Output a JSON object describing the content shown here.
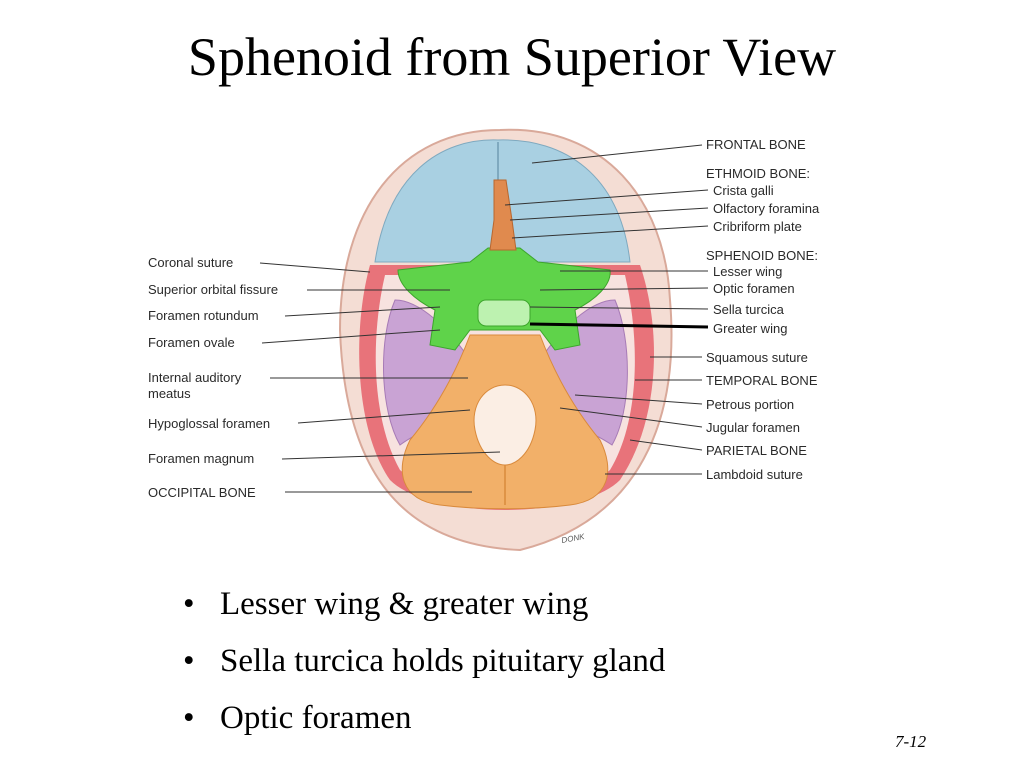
{
  "slide": {
    "title": "Sphenoid from Superior View",
    "number": "7-12"
  },
  "bullets": [
    "Lesser wing & greater wing",
    "Sella turcica holds pituitary gland",
    "Optic foramen"
  ],
  "diagram": {
    "artist_signature": "DONK",
    "labels_left": [
      "Coronal suture",
      "Superior orbital fissure",
      "Foramen rotundum",
      "Foramen ovale",
      "Internal auditory",
      "meatus",
      "Hypoglossal foramen",
      "Foramen magnum",
      "OCCIPITAL BONE"
    ],
    "labels_right": [
      "FRONTAL BONE",
      "ETHMOID BONE:",
      "Crista galli",
      "Olfactory foramina",
      "Cribriform plate",
      "SPHENOID BONE:",
      "Lesser wing",
      "Optic foramen",
      "Sella turcica",
      "Greater wing",
      "Squamous suture",
      "TEMPORAL BONE",
      "Petrous portion",
      "Jugular foramen",
      "PARIETAL BONE",
      "Lambdoid suture"
    ],
    "colors": {
      "frontal": "#a9d0e2",
      "ethmoid": "#e08a4e",
      "sphenoid": "#5fd34a",
      "temporal": "#c9a3d4",
      "occipital": "#f2b069",
      "parietal": "#e8737a",
      "skull_rim": "#f4ddd4"
    }
  }
}
